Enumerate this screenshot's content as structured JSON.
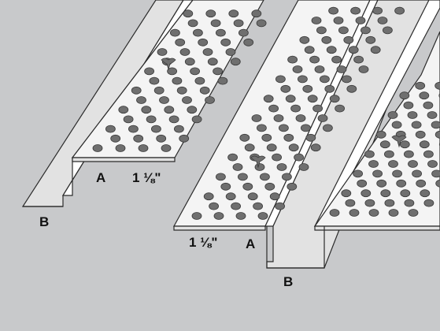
{
  "figure": {
    "background_color": "#c8c9cb",
    "left_trim": {
      "label_a": "A",
      "label_b": "B",
      "dimension": "1 ⅛\""
    },
    "right_trim": {
      "label_a": "A",
      "label_b": "B",
      "dimension": "1 ⅛\""
    }
  }
}
